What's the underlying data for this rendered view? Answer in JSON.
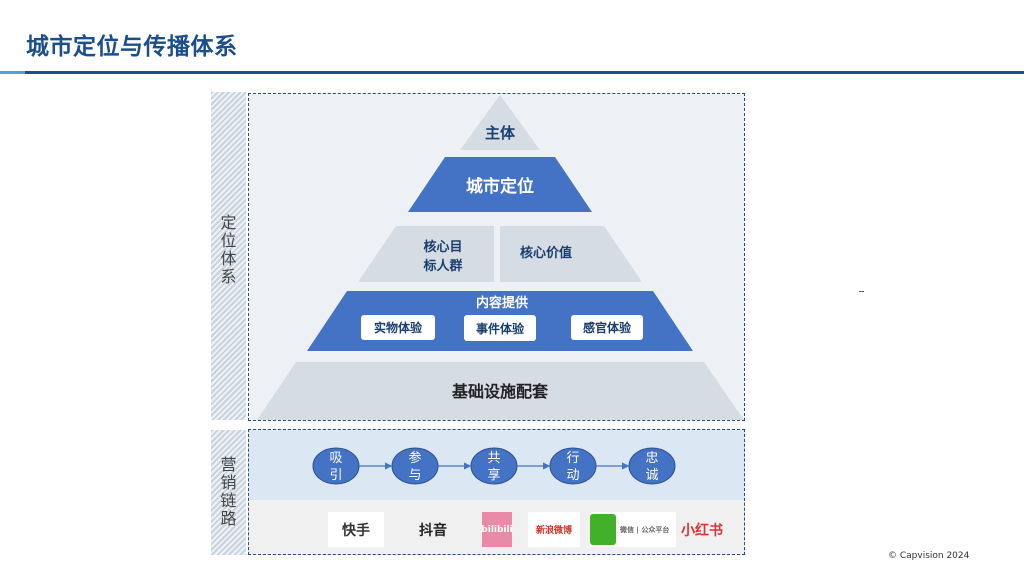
{
  "header": {
    "title": "城市定位与传播体系"
  },
  "side_labels": {
    "positioning": "定位体系",
    "marketing": "营销链路"
  },
  "pyramid": {
    "tier1": "主体",
    "tier2": "城市定位",
    "tier3_left": [
      "核心目",
      "标人群"
    ],
    "tier3_right": "核心价值",
    "tier4_title": "内容提供",
    "tier4_items": [
      "实物体验",
      "事件体验",
      "感官体验"
    ],
    "tier5": "基础设施配套"
  },
  "chain": [
    [
      "吸",
      "引"
    ],
    [
      "参",
      "与"
    ],
    [
      "共",
      "享"
    ],
    [
      "行",
      "动"
    ],
    [
      "忠",
      "诚"
    ]
  ],
  "platforms": [
    {
      "name": "快手",
      "icon": "kuaishou-logo"
    },
    {
      "name": "抖音",
      "icon": "douyin-logo"
    },
    {
      "name": "bilibili",
      "icon": "bilibili-logo"
    },
    {
      "name": "新浪微博",
      "icon": "weibo-logo"
    },
    {
      "name": "微信 | 公众平台",
      "icon": "wechat-logo"
    },
    {
      "name": "小红书",
      "icon": "xiaohongshu-logo"
    }
  ],
  "colors": {
    "primary": "#4472c4",
    "grey": "#d6dce4",
    "title": "#1a4f8b"
  },
  "footer": {
    "copyright": "© Capvision 2024"
  }
}
